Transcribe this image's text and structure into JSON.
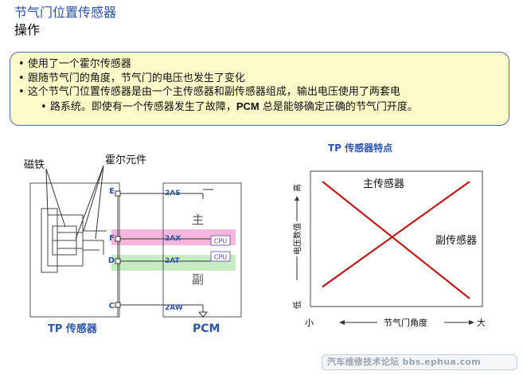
{
  "header": {
    "title": "节气门位置传感器",
    "subtitle": "操作"
  },
  "info": {
    "bullets": [
      "使用了一个霍尔传感器",
      "跟随节气门的角度，节气门的电压也发生了变化",
      "这个节气门位置传感器是由一个主传感器和副传感器组成，输出电压使用了两套电",
      "路系统。即使有一个传感器发生了故障，"
    ],
    "bullet4_bold": "PCM",
    "bullet4_tail": " 总是能够确定正确的节气门开度。"
  },
  "circuit": {
    "magnet_label": "磁铁",
    "hall_label": "霍尔元件",
    "pins": [
      "E",
      "F",
      "D",
      "C"
    ],
    "terminals": [
      "2AS",
      "2AX",
      "2AT",
      "2AW"
    ],
    "cpu_label": "CPU",
    "main_label": "主",
    "sub_label": "副",
    "tp_sensor_caption": "TP 传感器",
    "pcm_caption": "PCM",
    "colors": {
      "main_band": "#f4b6dc",
      "sub_band": "#c6ecc2",
      "caption": "#2e55a8"
    }
  },
  "chart_data": {
    "type": "line",
    "title": "TP 传感器特点",
    "xlabel": "节气门角度",
    "ylabel": "电压数值",
    "x_low": "小",
    "x_high": "大",
    "y_low": "低",
    "y_high": "高",
    "x": [
      0,
      1
    ],
    "ylim": [
      0,
      1
    ],
    "grid": false,
    "series": [
      {
        "name": "主传感器",
        "values": [
          0.1,
          1.0
        ],
        "color": "#c01818"
      },
      {
        "name": "副传感器",
        "values": [
          1.0,
          0.0
        ],
        "color": "#c01818"
      }
    ]
  },
  "watermark": "汽车维修技术论坛 bbs.ephua.com"
}
